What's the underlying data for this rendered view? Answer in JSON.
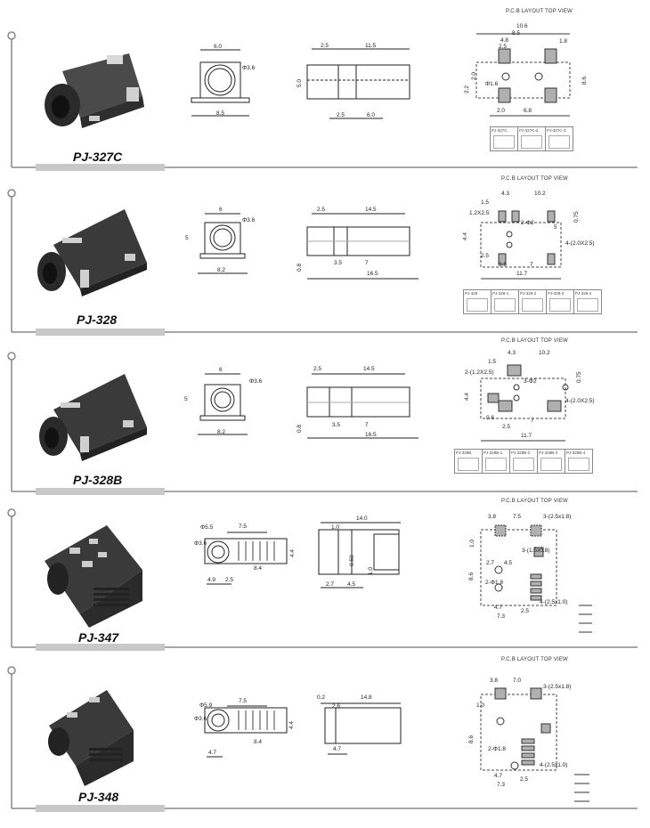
{
  "pcb_header": "P.C.B LAYOUT    TOP VIEW",
  "colors": {
    "rule": "#888888",
    "shade": "#c8c8c8",
    "pad": "#b0b0b0",
    "body": "#3a3a3a"
  },
  "products": [
    {
      "model": "PJ-327C",
      "front_dims": {
        "top": "6.0",
        "dia": "Φ3.6",
        "bottom": "8.5"
      },
      "side_dims": {
        "top_a": "2.5",
        "top_b": "11.5",
        "left": "5.0",
        "bot_a": "2.5",
        "bot_b": "6.0"
      },
      "pcb_dims": [
        "10.6",
        "8.5",
        "4.8",
        "2.5",
        "1.8",
        "2.2",
        "2.0",
        "Φ1.6",
        "2.0",
        "6.8",
        "8.6"
      ],
      "variants": [
        "PJ-327C",
        "PJ-327C-2",
        "PJ-327C-3"
      ]
    },
    {
      "model": "PJ-328",
      "front_dims": {
        "top": "6",
        "dia": "Φ3.6",
        "left": "5",
        "bottom": "8.2"
      },
      "side_dims": {
        "top_a": "2.5",
        "top_b": "14.5",
        "left": "0.8",
        "bot_a": "3.5",
        "bot_b": "7",
        "bot_c": "16.5"
      },
      "pcb_dims": [
        "1.5",
        "4.3",
        "10.2",
        "1.2X2.5",
        "2-Φ2",
        "0.75",
        "4.4",
        "5",
        "4-(2.0X2.5)",
        "2.5",
        "3.5",
        "7",
        "11.7"
      ],
      "variants": [
        "PJ-328",
        "PJ-328-1",
        "PJ-328-2",
        "PJ-328-3",
        "PJ-328-4"
      ]
    },
    {
      "model": "PJ-328B",
      "front_dims": {
        "top": "6",
        "dia": "Φ3.6",
        "left": "5",
        "bottom": "8.2"
      },
      "side_dims": {
        "top_a": "2.5",
        "top_b": "14.5",
        "left": "0.8",
        "bot_a": "3.5",
        "bot_b": "7",
        "bot_c": "16.5"
      },
      "pcb_dims": [
        "1.5",
        "4.3",
        "10.2",
        "2-(1.2X2.5)",
        "3-Φ2",
        "0.75",
        "4.4",
        "4-(2.0X2.5)",
        "0.6",
        "2.5",
        "7",
        "11.7"
      ],
      "variants": [
        "PJ-328B",
        "PJ-328B-1",
        "PJ-328B-2",
        "PJ-328B-3",
        "PJ-328B-4"
      ]
    },
    {
      "model": "PJ-347",
      "front_dims": {
        "dia_a": "Φ5.5",
        "dia_b": "Φ3.6",
        "top": "7.5",
        "right": "4.4",
        "mid": "8.4",
        "bot_a": "4.9",
        "bot_b": "2.5"
      },
      "side_dims": {
        "top": "14.0",
        "left": "1.0",
        "mid": "0.50",
        "bot_a": "2.7",
        "bot_b": "4.5",
        "right": "1.0"
      },
      "pcb_dims": [
        "3.8",
        "7.5",
        "3-(2.5x1.8)",
        "1.0",
        "3-(1.5x0.8)",
        "2.7",
        "4.5",
        "8.6",
        "2-Φ1.8",
        "4-(2.5x1.0)",
        "4.7",
        "7.3",
        "2.5"
      ]
    },
    {
      "model": "PJ-348",
      "front_dims": {
        "dia_a": "Φ5.9",
        "dia_b": "Φ3.6",
        "top": "7.5",
        "right": "4.4",
        "mid": "8.4",
        "bot": "4.7"
      },
      "side_dims": {
        "top_a": "0.2",
        "top_b": "14.8",
        "mid": "2.6",
        "bot": "4.7"
      },
      "pcb_dims": [
        "3.8",
        "7.0",
        "3-(2.5x1.8)",
        "1.0",
        "8.6",
        "2-Φ1.8",
        "4-(2.5x1.0)",
        "4.7",
        "7.3",
        "2.5"
      ]
    }
  ]
}
